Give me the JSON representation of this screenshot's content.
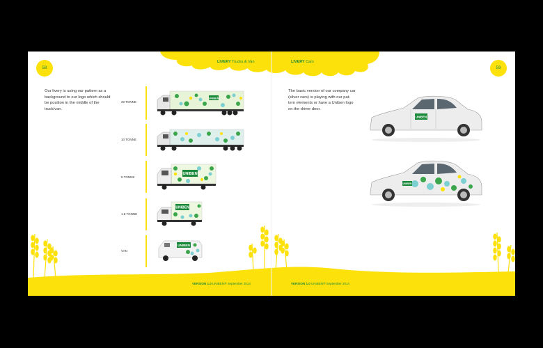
{
  "left_page": {
    "page_number": "58",
    "header_bold": "LIVERY",
    "header_text": "Trucks & Van",
    "intro_lines": [
      "Our livery is using our pattern as a",
      "background to our logo which should",
      "be position in the middle of the",
      "truck/van."
    ],
    "vehicle_labels": [
      "20 TONNE",
      "10 TONNE",
      "5 TONNE",
      "1.5 TONNE",
      "VAN"
    ],
    "footer_bold": "VERSION 1.0",
    "footer_text": "UNIBEN® September 2014"
  },
  "right_page": {
    "page_number": "59",
    "header_bold": "LIVERY",
    "header_text": "Cars",
    "intro_lines": [
      "The basic version of our company car",
      "(silver cars) is playing with our pat-",
      "tern elements or have a Uniben logo",
      "on the driver door."
    ],
    "footer_bold": "VERSION 1.0",
    "footer_text": "UNIBEN® September 2014"
  },
  "brand": {
    "logo_text": "UNIBEN",
    "yellow": "#fde10a",
    "green": "#1a8a3a"
  }
}
